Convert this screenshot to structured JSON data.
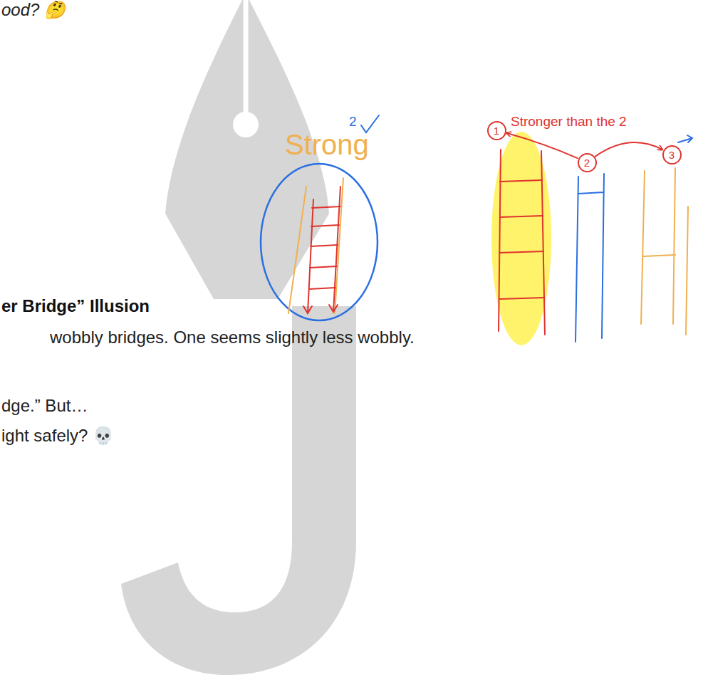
{
  "diagram": {
    "nodes": [
      {
        "text": [
          "1"
        ]
      },
      {
        "text": [
          "2"
        ]
      },
      {
        "text": [
          "3"
        ]
      }
    ],
    "edges": [
      {
        "from": 1,
        "to": 0,
        "arrow": "to"
      },
      {
        "from": 1,
        "to": 2,
        "arrow": "to"
      }
    ],
    "labels": [
      "ood? 🤔",
      "er Bridge” Illusion",
      "wobbly bridges. One seems slightly less wobbly.",
      "dge.” But…",
      "ight safely? 💀",
      "Strong",
      "2",
      "Stronger than the 2"
    ]
  }
}
